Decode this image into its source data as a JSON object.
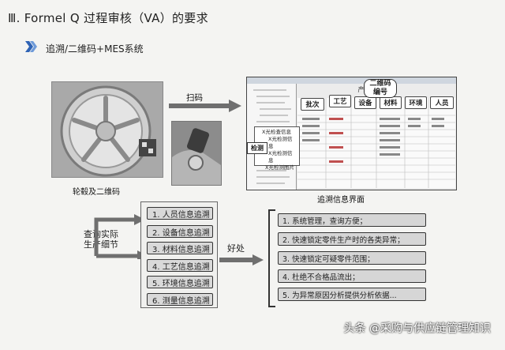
{
  "title": "Ⅲ. Formel Q 过程审核（VA）的要求",
  "subtitle": "追溯/二维码+MES系统",
  "scan_label": "扫码",
  "wheel_caption": "轮毂及二维码",
  "trace_caption": "追溯信息界面",
  "screen": {
    "panel_title": "产品总码追溯",
    "callout_qr": "二维码\n编号",
    "columns": [
      "批次",
      "工艺",
      "设备",
      "材料",
      "环境",
      "人员"
    ],
    "detect_button": "检测",
    "popup_items": [
      "X光检查信息",
      "X光检测信息",
      "X光检测信息",
      "X光检测图片"
    ]
  },
  "query_label": "查询实际\n生产细节",
  "trace_items": [
    "1. 人员信息追溯",
    "2. 设备信息追溯",
    "3. 材料信息追溯",
    "4. 工艺信息追溯",
    "5. 环境信息追溯",
    "6. 测量信息追溯"
  ],
  "benefit_label": "好处",
  "benefits": [
    "1. 系统管理，查询方便；",
    "2. 快速锁定零件生产时的各类异常；",
    "3. 快速锁定可疑零件范围；",
    "4. 杜绝不合格品流出；",
    "5. 为异常原因分析提供分析依据..."
  ],
  "watermark": "头条 @采购与供应链管理知识",
  "colors": {
    "arrow": "#6f6f6f",
    "pill": "#d9d9d9",
    "border": "#333333"
  }
}
